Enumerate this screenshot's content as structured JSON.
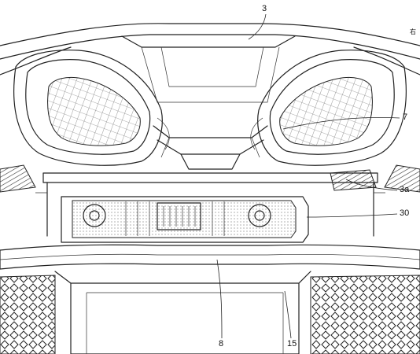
{
  "labels": {
    "corner_mark": "右",
    "ref_3": "3",
    "ref_7": "7",
    "ref_3a": "3a",
    "ref_30": "30",
    "ref_8": "8",
    "ref_15": "15"
  }
}
